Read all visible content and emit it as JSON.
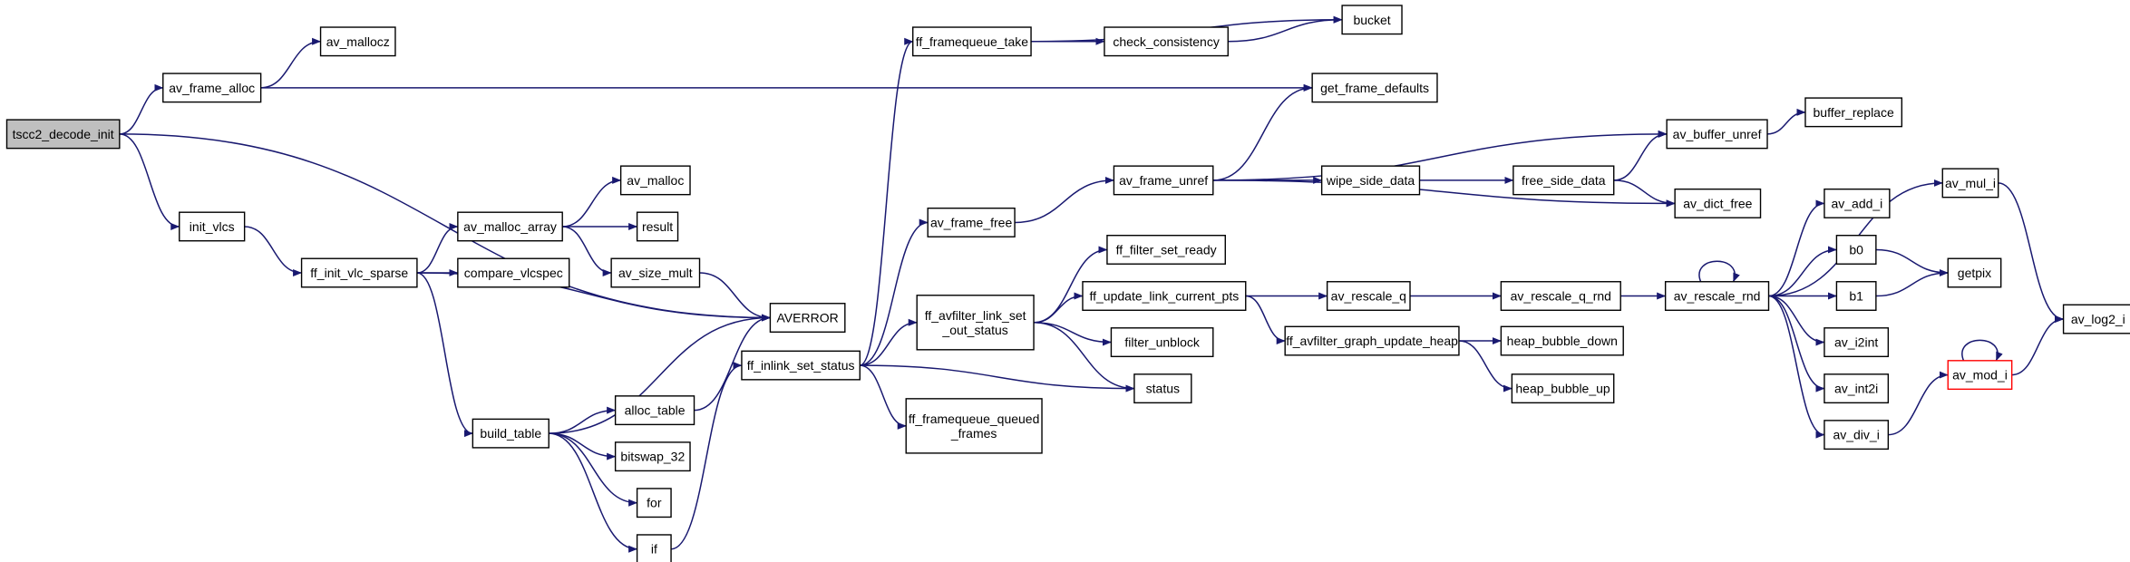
{
  "colors": {
    "edge": "#191970",
    "node_border": "#000000",
    "root_fill": "#bfbfbf",
    "highlight_border": "#ff0000",
    "background": "#ffffff"
  },
  "nodes": {
    "tscc2_decode_init": {
      "lines": [
        "tscc2_decode_init"
      ],
      "style": "root"
    },
    "av_frame_alloc": {
      "lines": [
        "av_frame_alloc"
      ]
    },
    "av_mallocz": {
      "lines": [
        "av_mallocz"
      ]
    },
    "get_frame_defaults": {
      "lines": [
        "get_frame_defaults"
      ]
    },
    "AVERROR": {
      "lines": [
        "AVERROR"
      ]
    },
    "init_vlcs": {
      "lines": [
        "init_vlcs"
      ]
    },
    "ff_init_vlc_sparse": {
      "lines": [
        "ff_init_vlc_sparse"
      ]
    },
    "av_malloc_array": {
      "lines": [
        "av_malloc_array"
      ]
    },
    "av_malloc": {
      "lines": [
        "av_malloc"
      ]
    },
    "result": {
      "lines": [
        "result"
      ]
    },
    "av_size_mult": {
      "lines": [
        "av_size_mult"
      ]
    },
    "compare_vlcspec": {
      "lines": [
        "compare_vlcspec"
      ]
    },
    "build_table": {
      "lines": [
        "build_table"
      ]
    },
    "alloc_table": {
      "lines": [
        "alloc_table"
      ]
    },
    "bitswap_32": {
      "lines": [
        "bitswap_32"
      ]
    },
    "for": {
      "lines": [
        "for"
      ]
    },
    "if": {
      "lines": [
        "if"
      ]
    },
    "ff_inlink_set_status": {
      "lines": [
        "ff_inlink_set_status"
      ]
    },
    "ff_framequeue_take": {
      "lines": [
        "ff_framequeue_take"
      ]
    },
    "check_consistency": {
      "lines": [
        "check_consistency"
      ]
    },
    "bucket": {
      "lines": [
        "bucket"
      ]
    },
    "av_frame_free": {
      "lines": [
        "av_frame_free"
      ]
    },
    "av_frame_unref": {
      "lines": [
        "av_frame_unref"
      ]
    },
    "av_buffer_unref": {
      "lines": [
        "av_buffer_unref"
      ]
    },
    "buffer_replace": {
      "lines": [
        "buffer_replace"
      ]
    },
    "wipe_side_data": {
      "lines": [
        "wipe_side_data"
      ]
    },
    "free_side_data": {
      "lines": [
        "free_side_data"
      ]
    },
    "av_dict_free": {
      "lines": [
        "av_dict_free"
      ]
    },
    "ff_avfilter_link_set_out_status": {
      "lines": [
        "ff_avfilter_link_set",
        "_out_status"
      ]
    },
    "ff_filter_set_ready": {
      "lines": [
        "ff_filter_set_ready"
      ]
    },
    "ff_update_link_current_pts": {
      "lines": [
        "ff_update_link_current_pts"
      ]
    },
    "filter_unblock": {
      "lines": [
        "filter_unblock"
      ]
    },
    "status": {
      "lines": [
        "status"
      ]
    },
    "ff_framequeue_queued_frames": {
      "lines": [
        "ff_framequeue_queued",
        "_frames"
      ]
    },
    "av_rescale_q": {
      "lines": [
        "av_rescale_q"
      ]
    },
    "av_rescale_q_rnd": {
      "lines": [
        "av_rescale_q_rnd"
      ]
    },
    "ff_avfilter_graph_update_heap": {
      "lines": [
        "ff_avfilter_graph_update_heap"
      ]
    },
    "heap_bubble_down": {
      "lines": [
        "heap_bubble_down"
      ]
    },
    "heap_bubble_up": {
      "lines": [
        "heap_bubble_up"
      ]
    },
    "av_rescale_rnd": {
      "lines": [
        "av_rescale_rnd"
      ]
    },
    "av_mul_i": {
      "lines": [
        "av_mul_i"
      ]
    },
    "av_add_i": {
      "lines": [
        "av_add_i"
      ]
    },
    "b0": {
      "lines": [
        "b0"
      ]
    },
    "b1": {
      "lines": [
        "b1"
      ]
    },
    "getpix": {
      "lines": [
        "getpix"
      ]
    },
    "av_i2int": {
      "lines": [
        "av_i2int"
      ]
    },
    "av_int2i": {
      "lines": [
        "av_int2i"
      ]
    },
    "av_div_i": {
      "lines": [
        "av_div_i"
      ]
    },
    "av_mod_i": {
      "lines": [
        "av_mod_i"
      ],
      "style": "highlight"
    },
    "av_log2_i": {
      "lines": [
        "av_log2_i"
      ]
    }
  },
  "edges": [
    [
      "tscc2_decode_init",
      "av_frame_alloc"
    ],
    [
      "tscc2_decode_init",
      "AVERROR"
    ],
    [
      "tscc2_decode_init",
      "init_vlcs"
    ],
    [
      "av_frame_alloc",
      "av_mallocz"
    ],
    [
      "av_frame_alloc",
      "get_frame_defaults"
    ],
    [
      "init_vlcs",
      "ff_init_vlc_sparse"
    ],
    [
      "ff_init_vlc_sparse",
      "av_malloc_array"
    ],
    [
      "ff_init_vlc_sparse",
      "compare_vlcspec"
    ],
    [
      "ff_init_vlc_sparse",
      "AVERROR"
    ],
    [
      "ff_init_vlc_sparse",
      "build_table"
    ],
    [
      "av_malloc_array",
      "av_malloc"
    ],
    [
      "av_malloc_array",
      "result"
    ],
    [
      "av_malloc_array",
      "av_size_mult"
    ],
    [
      "av_size_mult",
      "AVERROR"
    ],
    [
      "build_table",
      "AVERROR"
    ],
    [
      "build_table",
      "alloc_table"
    ],
    [
      "build_table",
      "bitswap_32"
    ],
    [
      "build_table",
      "for"
    ],
    [
      "build_table",
      "if"
    ],
    [
      "alloc_table",
      "AVERROR"
    ],
    [
      "if",
      "ff_inlink_set_status"
    ],
    [
      "ff_inlink_set_status",
      "ff_framequeue_take"
    ],
    [
      "ff_inlink_set_status",
      "av_frame_free"
    ],
    [
      "ff_inlink_set_status",
      "ff_avfilter_link_set_out_status"
    ],
    [
      "ff_inlink_set_status",
      "status"
    ],
    [
      "ff_inlink_set_status",
      "ff_framequeue_queued_frames"
    ],
    [
      "ff_framequeue_take",
      "bucket"
    ],
    [
      "ff_framequeue_take",
      "check_consistency"
    ],
    [
      "check_consistency",
      "bucket"
    ],
    [
      "av_frame_free",
      "av_frame_unref"
    ],
    [
      "av_frame_unref",
      "get_frame_defaults"
    ],
    [
      "av_frame_unref",
      "av_buffer_unref"
    ],
    [
      "av_frame_unref",
      "wipe_side_data"
    ],
    [
      "av_frame_unref",
      "av_dict_free"
    ],
    [
      "wipe_side_data",
      "free_side_data"
    ],
    [
      "free_side_data",
      "av_buffer_unref"
    ],
    [
      "free_side_data",
      "av_dict_free"
    ],
    [
      "av_buffer_unref",
      "buffer_replace"
    ],
    [
      "ff_avfilter_link_set_out_status",
      "ff_filter_set_ready"
    ],
    [
      "ff_avfilter_link_set_out_status",
      "ff_update_link_current_pts"
    ],
    [
      "ff_avfilter_link_set_out_status",
      "filter_unblock"
    ],
    [
      "ff_avfilter_link_set_out_status",
      "status"
    ],
    [
      "ff_update_link_current_pts",
      "av_rescale_q"
    ],
    [
      "ff_update_link_current_pts",
      "ff_avfilter_graph_update_heap"
    ],
    [
      "av_rescale_q",
      "av_rescale_q_rnd"
    ],
    [
      "av_rescale_q_rnd",
      "av_rescale_rnd"
    ],
    [
      "ff_avfilter_graph_update_heap",
      "heap_bubble_down"
    ],
    [
      "ff_avfilter_graph_update_heap",
      "heap_bubble_up"
    ],
    [
      "av_rescale_rnd",
      "av_rescale_rnd"
    ],
    [
      "av_rescale_rnd",
      "av_mul_i"
    ],
    [
      "av_rescale_rnd",
      "av_add_i"
    ],
    [
      "av_rescale_rnd",
      "b0"
    ],
    [
      "av_rescale_rnd",
      "b1"
    ],
    [
      "av_rescale_rnd",
      "av_i2int"
    ],
    [
      "av_rescale_rnd",
      "av_int2i"
    ],
    [
      "av_rescale_rnd",
      "av_div_i"
    ],
    [
      "b0",
      "getpix"
    ],
    [
      "b1",
      "getpix"
    ],
    [
      "av_mul_i",
      "av_log2_i"
    ],
    [
      "av_div_i",
      "av_mod_i"
    ],
    [
      "av_mod_i",
      "av_mod_i"
    ],
    [
      "av_mod_i",
      "av_log2_i"
    ]
  ]
}
